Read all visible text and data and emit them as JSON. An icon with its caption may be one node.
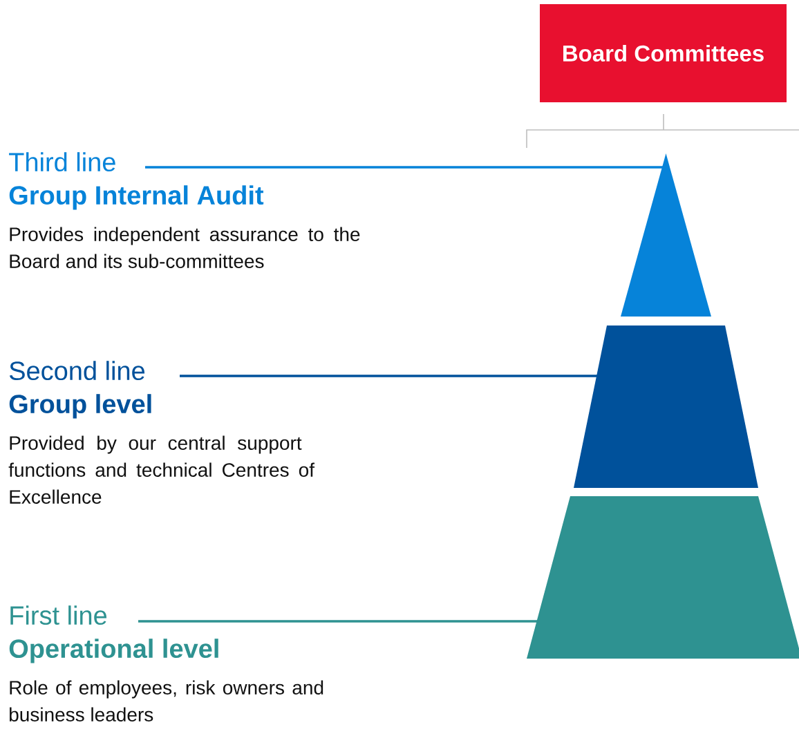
{
  "diagram": {
    "nodes": [
      {
        "text": [
          "Board Committees"
        ]
      },
      {
        "text": [
          "Third line",
          "Group Internal Audit",
          "Provides independent assurance to the Board and its sub-committees"
        ]
      },
      {
        "text": [],
        "shape": "triangle"
      },
      {
        "text": [
          "Second line",
          "Group level",
          "Provided by our central support functions and technical Centres of Excellence"
        ]
      },
      {
        "text": [],
        "shape": "trapezoid"
      },
      {
        "text": [
          "First line",
          "Operational level",
          "Role of employees, risk owners and business leaders"
        ]
      },
      {
        "text": [],
        "shape": "trapezoid"
      }
    ],
    "edges": [
      {
        "from": 1,
        "to": 2,
        "arrow": "none",
        "color": "#0683d9"
      },
      {
        "from": 3,
        "to": 4,
        "arrow": "none",
        "color": "#00519b"
      },
      {
        "from": 5,
        "to": 6,
        "arrow": "none",
        "color": "#2e9291"
      }
    ]
  }
}
